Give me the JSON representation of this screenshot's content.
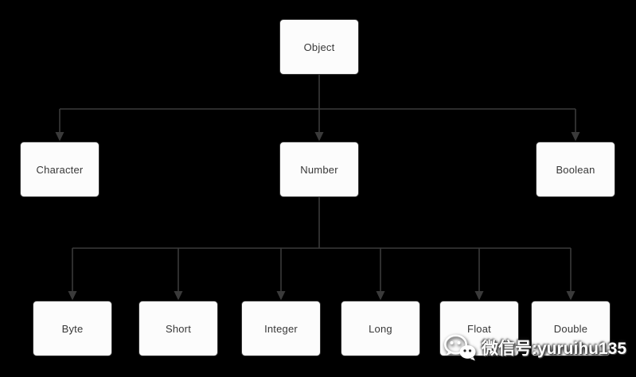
{
  "diagram": {
    "nodes": {
      "object": {
        "label": "Object"
      },
      "character": {
        "label": "Character"
      },
      "number": {
        "label": "Number"
      },
      "boolean": {
        "label": "Boolean"
      },
      "byte": {
        "label": "Byte"
      },
      "short": {
        "label": "Short"
      },
      "integer": {
        "label": "Integer"
      },
      "long": {
        "label": "Long"
      },
      "float": {
        "label": "Float"
      },
      "double": {
        "label": "Double"
      }
    },
    "edges": [
      {
        "from": "Object",
        "to": "Character"
      },
      {
        "from": "Object",
        "to": "Number"
      },
      {
        "from": "Object",
        "to": "Boolean"
      },
      {
        "from": "Number",
        "to": "Byte"
      },
      {
        "from": "Number",
        "to": "Short"
      },
      {
        "from": "Number",
        "to": "Integer"
      },
      {
        "from": "Number",
        "to": "Long"
      },
      {
        "from": "Number",
        "to": "Float"
      },
      {
        "from": "Number",
        "to": "Double"
      }
    ]
  },
  "watermark": {
    "icon": "wechat-icon",
    "text": "微信号:yuruihu135"
  },
  "colors": {
    "background": "#000000",
    "connector": "#3a3a3a",
    "node_fill": "#fcfcfc",
    "node_border": "#333333",
    "node_text": "#383838",
    "watermark_text": "#ffffff"
  }
}
